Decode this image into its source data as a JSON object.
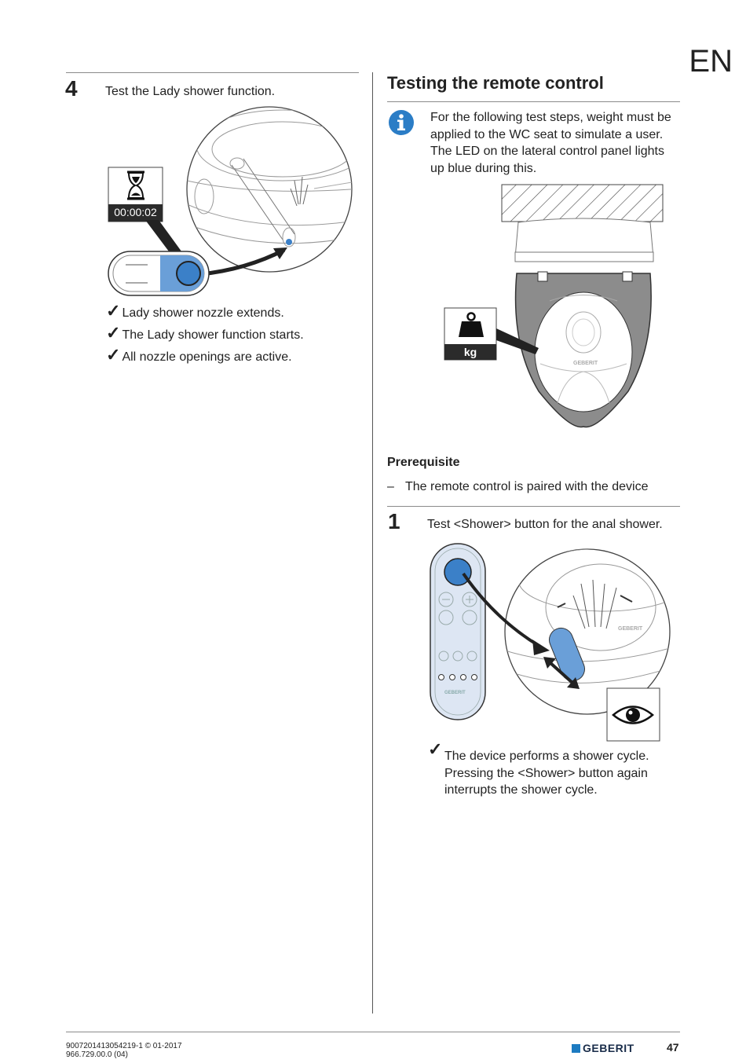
{
  "header": {
    "lang": "EN"
  },
  "left": {
    "step_number": "4",
    "step_text": "Test the Lady shower function.",
    "timer": "00:00:02",
    "checks": [
      "Lady shower nozzle extends.",
      "The Lady shower function starts.",
      "All nozzle openings are active."
    ]
  },
  "right": {
    "title": "Testing the remote control",
    "info_text": "For the following test steps, weight must be applied to the WC seat to simulate a user. The LED on the lateral control panel lights up blue during this.",
    "weight_label": "kg",
    "seat_brand": "GEBERIT",
    "prereq_title": "Prerequisite",
    "prereq_item": "The remote control is paired with the device",
    "prereq_dash": "–",
    "step_number": "1",
    "step_text": "Test <Shower> button for the anal shower.",
    "remote_brand": "GEBERIT",
    "nozzle_brand": "GEBERIT",
    "result_lines": [
      "The device performs a shower cycle.",
      "Pressing the <Shower> button again",
      "interrupts the shower cycle."
    ]
  },
  "footer": {
    "doc_id": "9007201413054219-1 © 01-2017",
    "doc_num": "966.729.00.0 (04)",
    "brand": "GEBERIT",
    "page": "47"
  },
  "colors": {
    "accent_blue": "#3b80c8",
    "light_blue": "#6a9fd8",
    "panel_gray": "#8c8c8c"
  },
  "icons": [
    "hourglass-icon",
    "info-icon",
    "weight-icon",
    "eye-icon",
    "checkmark-icon"
  ]
}
